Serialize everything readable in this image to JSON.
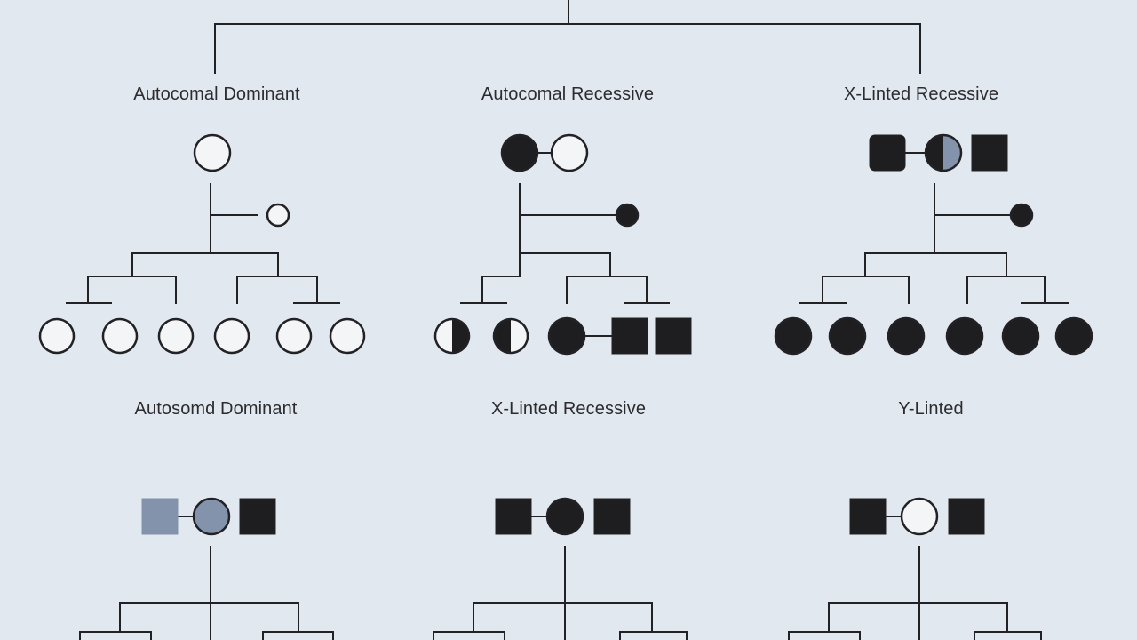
{
  "colors": {
    "background": "#e2e8ef",
    "line": "#222226",
    "affected": "#1e1e20",
    "unaffected": "#f4f5f7",
    "carrier_shade": "#8393ac"
  },
  "top_row": {
    "panels": [
      {
        "title": "Autocomal Dominant",
        "parents": [
          {
            "shape": "circle",
            "fill": "unaffected"
          }
        ],
        "side_symbol": {
          "shape": "circle",
          "fill": "unaffected"
        },
        "children": [
          {
            "shape": "circle",
            "fill": "unaffected"
          },
          {
            "shape": "circle",
            "fill": "unaffected"
          },
          {
            "shape": "circle",
            "fill": "unaffected"
          },
          {
            "shape": "circle",
            "fill": "unaffected"
          },
          {
            "shape": "circle",
            "fill": "unaffected"
          },
          {
            "shape": "circle",
            "fill": "unaffected"
          }
        ]
      },
      {
        "title": "Autocomal Recessive",
        "parents": [
          {
            "shape": "circle",
            "fill": "affected"
          },
          {
            "shape": "circle",
            "fill": "unaffected"
          }
        ],
        "side_symbol": {
          "shape": "circle",
          "fill": "affected"
        },
        "children": [
          {
            "shape": "circle",
            "fill": "half-right"
          },
          {
            "shape": "circle",
            "fill": "half-left"
          },
          {
            "shape": "circle",
            "fill": "affected"
          },
          {
            "shape": "square",
            "fill": "affected"
          },
          {
            "shape": "square",
            "fill": "affected"
          }
        ]
      },
      {
        "title": "X-Linted Recessive",
        "parents": [
          {
            "shape": "rounded-square",
            "fill": "affected"
          },
          {
            "shape": "circle",
            "fill": "carrier"
          },
          {
            "shape": "square",
            "fill": "affected"
          }
        ],
        "side_symbol": {
          "shape": "circle",
          "fill": "affected"
        },
        "children": [
          {
            "shape": "circle",
            "fill": "affected"
          },
          {
            "shape": "circle",
            "fill": "affected"
          },
          {
            "shape": "circle",
            "fill": "affected"
          },
          {
            "shape": "circle",
            "fill": "affected"
          },
          {
            "shape": "circle",
            "fill": "affected"
          },
          {
            "shape": "circle",
            "fill": "affected"
          }
        ]
      }
    ]
  },
  "bottom_row": {
    "panels": [
      {
        "title": "Autosomd Dominant",
        "parents": [
          {
            "shape": "square",
            "fill": "shaded"
          },
          {
            "shape": "circle",
            "fill": "shaded"
          },
          {
            "shape": "square",
            "fill": "affected"
          }
        ]
      },
      {
        "title": "X-Linted Recessive",
        "parents": [
          {
            "shape": "square",
            "fill": "affected"
          },
          {
            "shape": "circle",
            "fill": "affected"
          },
          {
            "shape": "square",
            "fill": "affected"
          }
        ]
      },
      {
        "title": "Y-Linted",
        "parents": [
          {
            "shape": "square",
            "fill": "affected"
          },
          {
            "shape": "circle",
            "fill": "unaffected"
          },
          {
            "shape": "square",
            "fill": "affected"
          }
        ]
      }
    ]
  }
}
